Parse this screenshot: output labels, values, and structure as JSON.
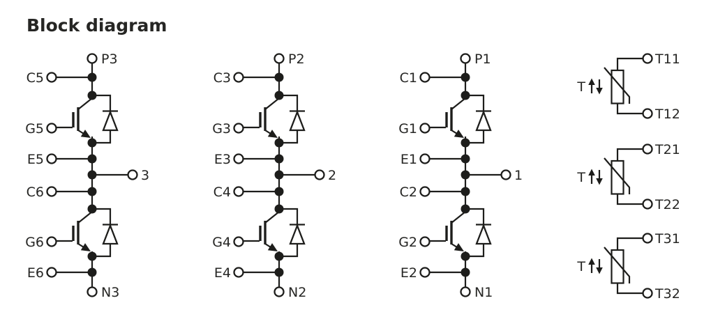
{
  "title": "Block diagram",
  "colors": {
    "line": "#1d1d1b",
    "text": "#262624",
    "background": "#ffffff"
  },
  "half_bridges": [
    {
      "p": "P3",
      "c_top": "C5",
      "g_top": "G5",
      "e_top": "E5",
      "out": "3",
      "c_bot": "C6",
      "g_bot": "G6",
      "e_bot": "E6",
      "n": "N3"
    },
    {
      "p": "P2",
      "c_top": "C3",
      "g_top": "G3",
      "e_top": "E3",
      "out": "2",
      "c_bot": "C4",
      "g_bot": "G4",
      "e_bot": "E4",
      "n": "N2"
    },
    {
      "p": "P1",
      "c_top": "C1",
      "g_top": "G1",
      "e_top": "E1",
      "out": "1",
      "c_bot": "C2",
      "g_bot": "G2",
      "e_bot": "E2",
      "n": "N1"
    }
  ],
  "thermistors": [
    {
      "temp_label": "T",
      "arrow_icons": [
        "up-arrow",
        "down-arrow"
      ],
      "top": "T11",
      "bottom": "T12"
    },
    {
      "temp_label": "T",
      "arrow_icons": [
        "up-arrow",
        "down-arrow"
      ],
      "top": "T21",
      "bottom": "T22"
    },
    {
      "temp_label": "T",
      "arrow_icons": [
        "up-arrow",
        "down-arrow"
      ],
      "top": "T31",
      "bottom": "T32"
    }
  ]
}
